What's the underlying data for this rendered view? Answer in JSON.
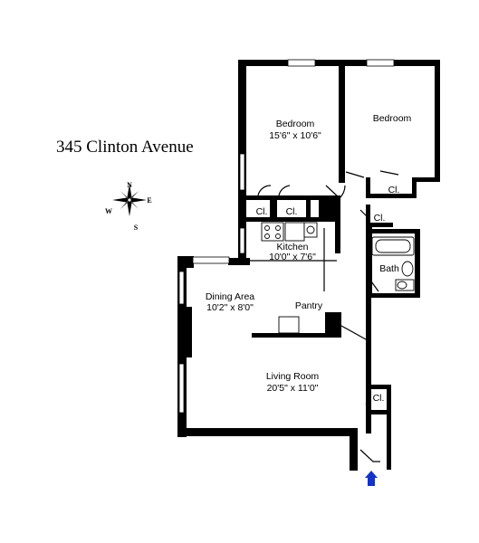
{
  "title": "345 Clinton Avenue",
  "rooms": {
    "bedroom1": {
      "name": "Bedroom",
      "size": "15'6\" x 10'6\""
    },
    "bedroom2": {
      "name": "Bedroom"
    },
    "kitchen": {
      "name": "Kitchen",
      "size": "10'0\" x 7'6\""
    },
    "dining": {
      "name": "Dining Area",
      "size": "10'2\" x 8'0\""
    },
    "pantry": {
      "name": "Pantry"
    },
    "living": {
      "name": "Living Room",
      "size": "20'5\" x 11'0\""
    },
    "bath": {
      "name": "Bath"
    }
  },
  "closets": {
    "closet1": "Cl.",
    "closet2": "Cl.",
    "closet3": "Cl.",
    "closet4": "Cl.",
    "closet5": "Cl."
  },
  "compass": {
    "n": "N",
    "s": "S",
    "e": "E",
    "w": "W"
  },
  "entry_arrow_color": "#1432c8",
  "wall_color": "#000000"
}
